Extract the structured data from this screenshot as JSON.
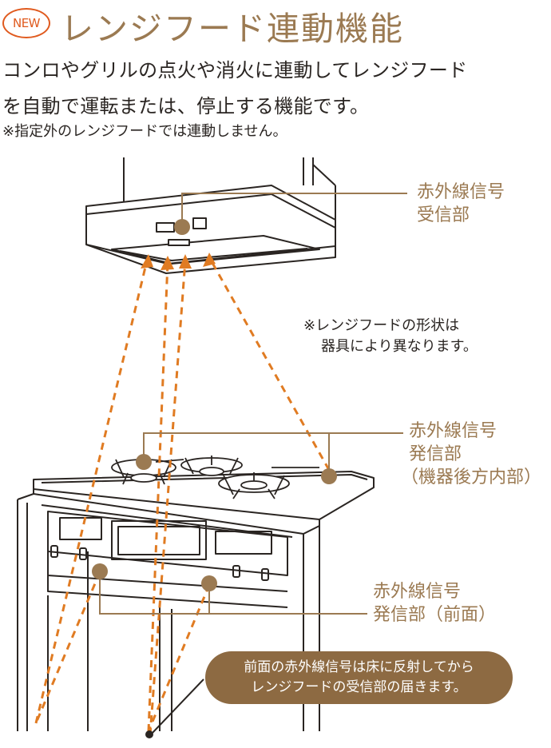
{
  "badge": "NEW",
  "title": "レンジフード連動機能",
  "description": {
    "line1": "コンロやグリルの点火や消火に連動してレンジフード",
    "line2": "を自動で運転または、停止する機能です。"
  },
  "note": "※指定外のレンジフードでは連動しません。",
  "labels": {
    "receiver": {
      "line1": "赤外線信号",
      "line2": "受信部"
    },
    "transmitter_rear": {
      "line1": "赤外線信号",
      "line2": "発信部",
      "line3": "（機器後方内部）"
    },
    "transmitter_front": {
      "line1": "赤外線信号",
      "line2": "発信部（前面）"
    },
    "shape_note": {
      "line1": "※レンジフードの形状は",
      "line2": "器具により異なります。"
    }
  },
  "bubble": {
    "line1": "前面の赤外線信号は床に反射してから",
    "line2": "レンジフードの受信部の届きます。"
  },
  "colors": {
    "accent_brown": "#9b7a52",
    "bubble_brown": "#8d6a42",
    "signal_orange": "#e07b22",
    "badge_orange": "#e05a1e",
    "line": "#2a2522"
  }
}
